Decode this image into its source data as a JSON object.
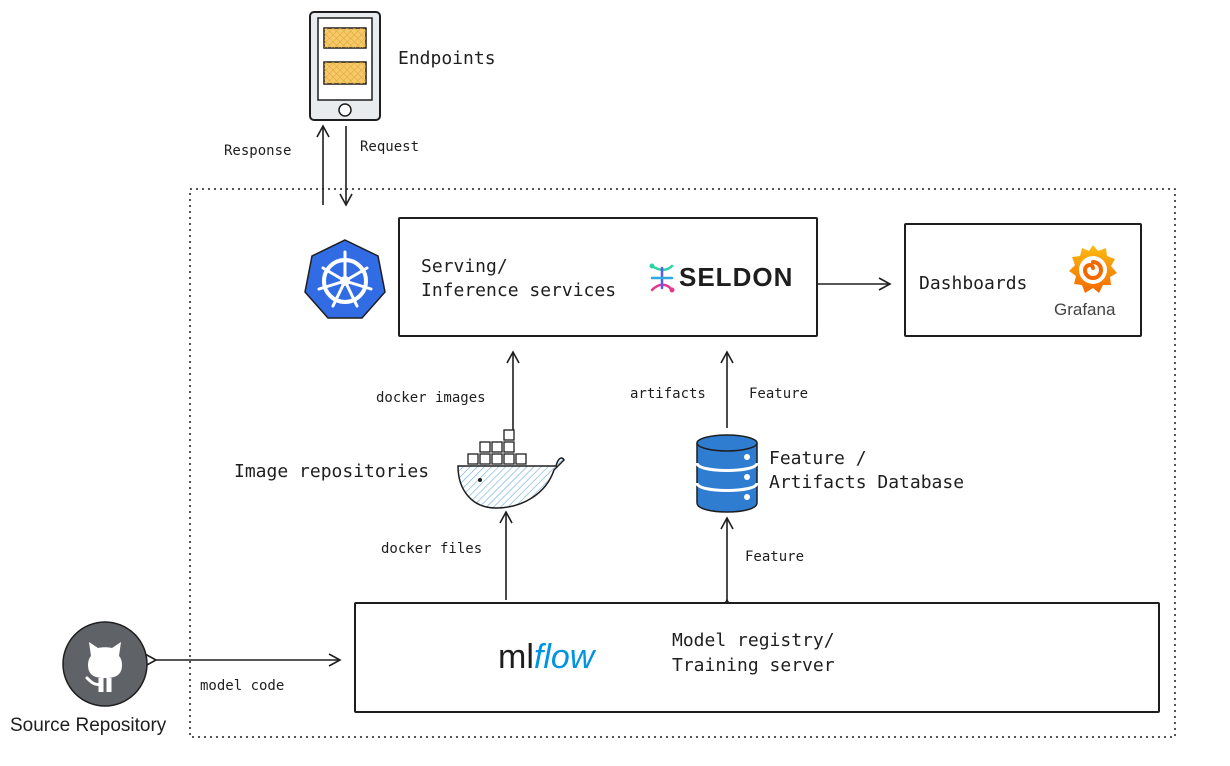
{
  "nodes": {
    "endpoints": "Endpoints",
    "serving": [
      "Serving/",
      "Inference services"
    ],
    "seldon_logo": "SELDON",
    "dashboards": "Dashboards",
    "grafana_logo": "Grafana",
    "image_repositories": "Image repositories",
    "feature_db": [
      "Feature /",
      "Artifacts Database"
    ],
    "model_registry": [
      "Model registry/",
      "Training server"
    ],
    "mlflow_logo": {
      "ml": "ml",
      "flow": "flow"
    },
    "source_repository": "Source Repository"
  },
  "edges": {
    "response": "Response",
    "request": "Request",
    "docker_images": "docker images",
    "artifacts": "artifacts",
    "feature_up": "Feature",
    "docker_files": "docker files",
    "feature_down": "Feature",
    "model_code": "model code"
  },
  "icons": {
    "endpoints": "phone-device-icon",
    "kubernetes": "kubernetes-helm-icon",
    "seldon": "seldon-logo-icon",
    "grafana": "grafana-logo-icon",
    "docker": "docker-whale-icon",
    "database": "database-cylinder-icon",
    "github": "github-octocat-icon"
  },
  "colors": {
    "stroke": "#1e1e1e",
    "kubernetes_blue": "#326ce5",
    "database_blue": "#2f7dd1",
    "docker_hatch": "#9ec8e8",
    "phone_screen": "#f5c96a",
    "grafana_orange": "#f46800",
    "mlflow_blue": "#0194e2",
    "github_gray": "#5f6368"
  }
}
